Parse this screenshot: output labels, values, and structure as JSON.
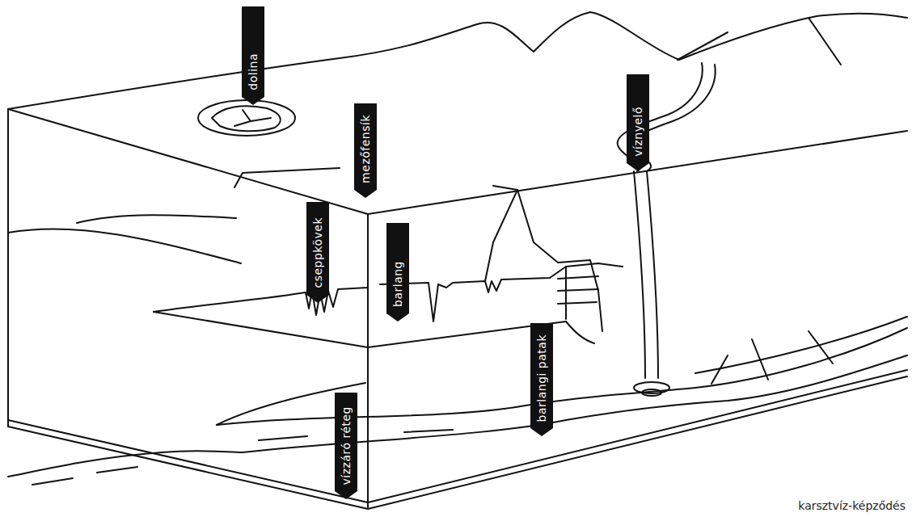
{
  "diagram": {
    "caption": "karsztvíz-képződés",
    "labels": [
      "dolina",
      "mezőfensík",
      "cseppkövek",
      "barlang",
      "víznyelő",
      "barlangi patak",
      "vízzáró réteg"
    ]
  }
}
